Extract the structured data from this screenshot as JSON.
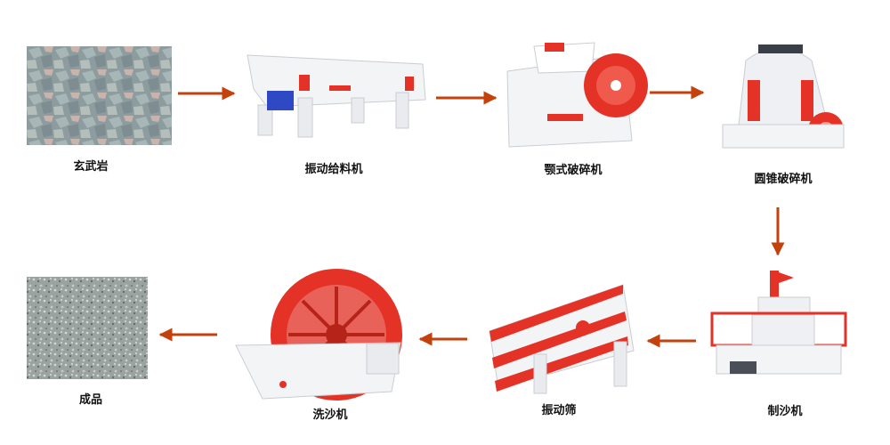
{
  "title": "",
  "stages": [
    {
      "id": "basalt",
      "label": "玄武岩"
    },
    {
      "id": "vibrating-feeder",
      "label": "振动给料机"
    },
    {
      "id": "jaw-crusher",
      "label": "颚式破碎机"
    },
    {
      "id": "cone-crusher",
      "label": "圆锥破碎机"
    },
    {
      "id": "sand-maker",
      "label": "制沙机"
    },
    {
      "id": "vibrating-screen",
      "label": "振动筛"
    },
    {
      "id": "sand-washer",
      "label": "洗沙机"
    },
    {
      "id": "finished-product",
      "label": "成品"
    }
  ],
  "flow": [
    [
      "basalt",
      "vibrating-feeder"
    ],
    [
      "vibrating-feeder",
      "jaw-crusher"
    ],
    [
      "jaw-crusher",
      "cone-crusher"
    ],
    [
      "cone-crusher",
      "sand-maker"
    ],
    [
      "sand-maker",
      "vibrating-screen"
    ],
    [
      "vibrating-screen",
      "sand-washer"
    ],
    [
      "sand-washer",
      "finished-product"
    ]
  ],
  "colors": {
    "arrow": "#c2410c",
    "machine_red": "#e53226",
    "machine_white": "#f3f4f6",
    "rock": "#8e9da0"
  },
  "icons": [
    "rock-pile-image",
    "vibrating-feeder-machine",
    "jaw-crusher-machine",
    "cone-crusher-machine",
    "sand-maker-machine",
    "vibrating-screen-machine",
    "sand-washer-machine",
    "sand-pile-image"
  ]
}
